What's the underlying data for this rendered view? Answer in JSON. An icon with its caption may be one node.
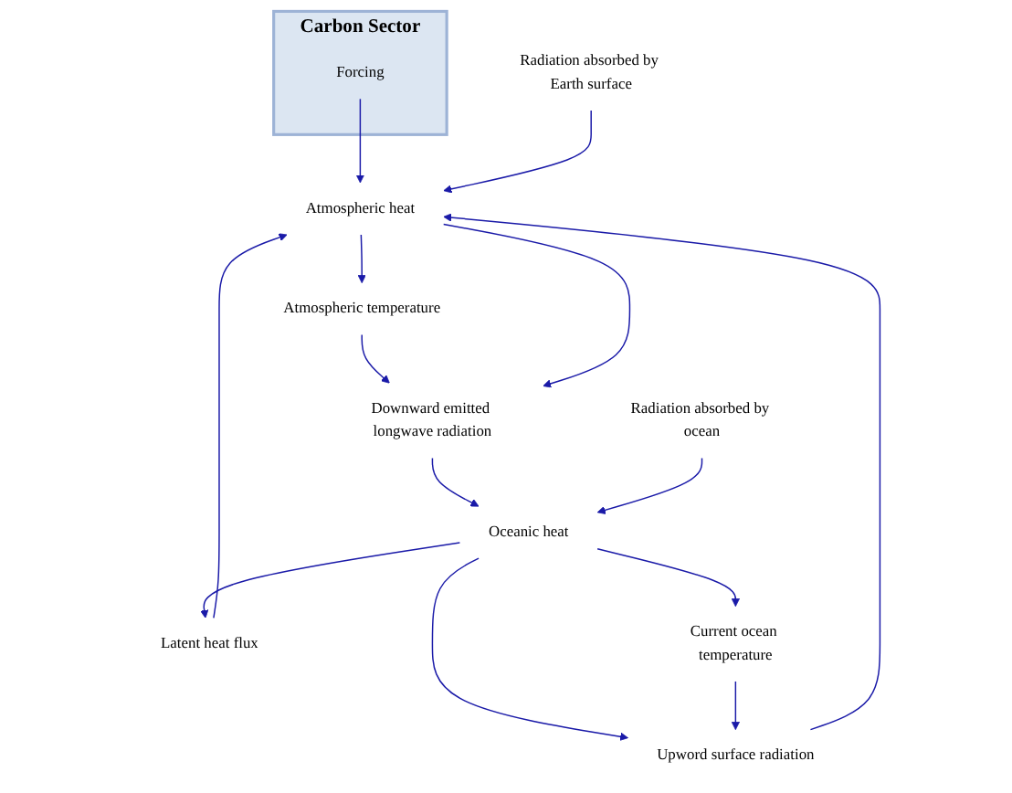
{
  "diagram": {
    "nodes": [
      {
        "text": [
          "Carbon Sector"
        ]
      },
      {
        "text": [
          "Forcing"
        ],
        "in": 0
      },
      {
        "text": [
          "Radiation absorbed by Earth surface"
        ]
      },
      {
        "text": [
          "Atmospheric heat"
        ]
      },
      {
        "text": [
          "Atmospheric temperature"
        ]
      },
      {
        "text": [
          "Latent heat flux"
        ]
      },
      {
        "text": [
          "Upword surface radiation"
        ]
      },
      {
        "text": [
          "Downward emitted longwave radiation"
        ]
      },
      {
        "text": [
          "Current ocean temperature"
        ]
      },
      {
        "text": [
          "Oceanic heat"
        ]
      },
      {
        "text": [
          "Radiation absorbed by ocean"
        ]
      }
    ],
    "edges": [
      {
        "from": 1,
        "to": 3,
        "arrow": "to"
      },
      {
        "from": 2,
        "to": 3,
        "arrow": "to"
      },
      {
        "from": 3,
        "to": 4,
        "arrow": "to"
      },
      {
        "from": 4,
        "to": 7,
        "arrow": "to"
      },
      {
        "from": 3,
        "to": 7,
        "arrow": "to"
      },
      {
        "from": 7,
        "to": 9,
        "arrow": "to"
      },
      {
        "from": 10,
        "to": 9,
        "arrow": "to"
      },
      {
        "from": 9,
        "to": 5,
        "arrow": "to"
      },
      {
        "from": 5,
        "to": 3,
        "arrow": "to"
      },
      {
        "from": 9,
        "to": 6,
        "arrow": "to"
      },
      {
        "from": 6,
        "to": 3,
        "arrow": "to"
      },
      {
        "from": 9,
        "to": 8,
        "arrow": "to"
      },
      {
        "from": 8,
        "to": 6,
        "arrow": "to"
      }
    ]
  }
}
